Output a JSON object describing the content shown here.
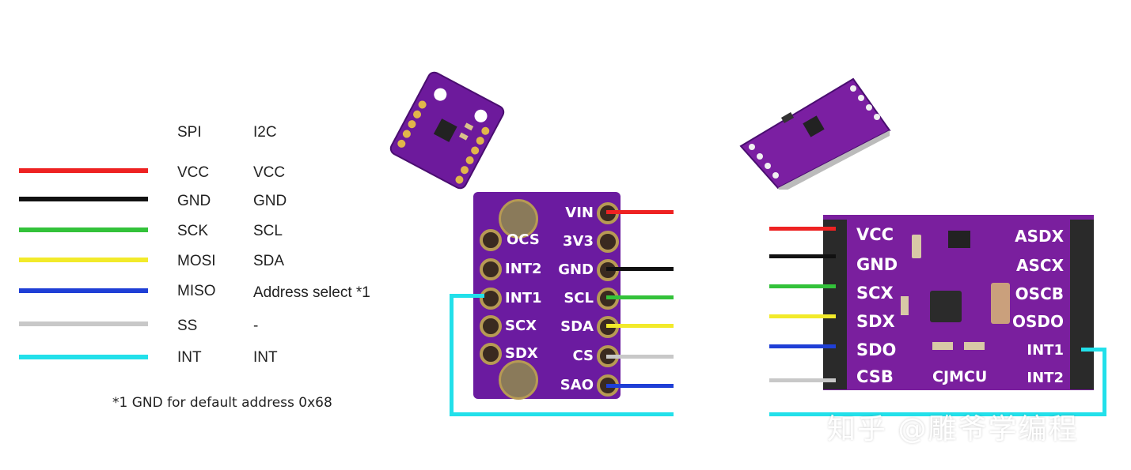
{
  "legend": {
    "header_spi": "SPI",
    "header_i2c": "I2C",
    "rows": [
      {
        "color": "#ee2222",
        "spi": "VCC",
        "i2c": "VCC"
      },
      {
        "color": "#111111",
        "spi": "GND",
        "i2c": "GND"
      },
      {
        "color": "#33c23a",
        "spi": "SCK",
        "i2c": "SCL"
      },
      {
        "color": "#f2ea2a",
        "spi": "MOSI",
        "i2c": "SDA"
      },
      {
        "color": "#1f3fd6",
        "spi": "MISO",
        "i2c": "Address select *1"
      },
      {
        "color": "#c8c8c8",
        "spi": "SS",
        "i2c": "-"
      },
      {
        "color": "#22e0ea",
        "spi": "INT",
        "i2c": "INT"
      }
    ],
    "footnote": "*1 GND for default address 0x68"
  },
  "board1": {
    "left_pins": [
      "OCS",
      "INT2",
      "INT1",
      "SCX",
      "SDX"
    ],
    "right_pins": [
      "VIN",
      "3V3",
      "GND",
      "SCL",
      "SDA",
      "CS",
      "SAO"
    ]
  },
  "board2": {
    "left_pins": [
      "VCC",
      "GND",
      "SCX",
      "SDX",
      "SDO",
      "CSB"
    ],
    "right_pins": [
      "ASDX",
      "ASCX",
      "OSCB",
      "OSDO",
      "INT1",
      "INT2"
    ],
    "brand": "CJMCU"
  },
  "watermark": "知乎 @雕爷学编程"
}
